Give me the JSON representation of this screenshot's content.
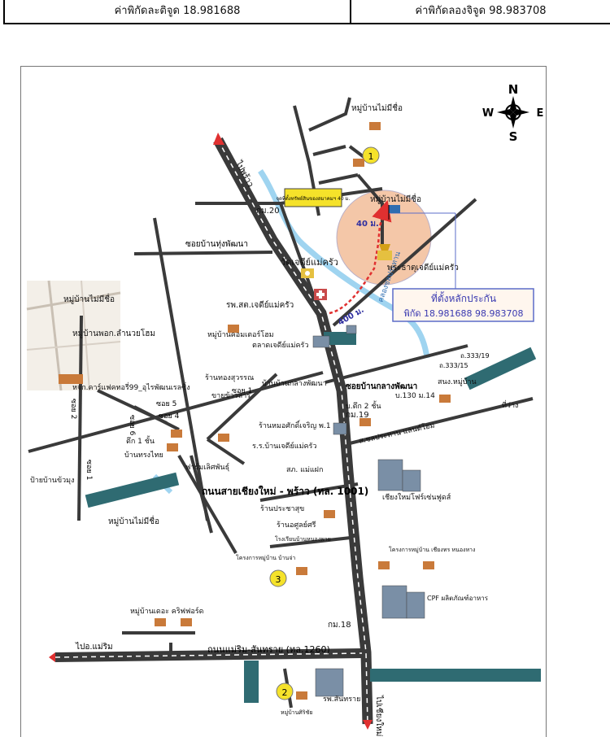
{
  "coordinates": {
    "latitude_label": "ค่าพิกัดละติจูด 18.981688",
    "longitude_label": "ค่าพิกัดลองจิจูด 98.983708"
  },
  "compass": {
    "n": "N",
    "s": "S",
    "e": "E",
    "w": "W"
  },
  "callout": {
    "title": "ที่ตั้งหลักประกัน",
    "coords": "พิกัด  18.981688  98.983708"
  },
  "roads": {
    "chiangmai_phrao": "ถนนสายเชียงใหม่ - พร้าว (ทล. 1001)",
    "maerim_sansai": "ถนนแม่ริม-สันทราย (ทล.1260)",
    "to_phrao": "ไปพร้าว",
    "to_maerim": "ไปอ.แม่ริม",
    "to_chiangmai": "ไปเชียงใหม่",
    "soi_ban_thung_phatthana": "ซอยบ้านทุ่งพัฒนา",
    "soi_ban_klang_phatthana": "ซอยบ้านกลางพัฒนา",
    "soi_1": "ซอย 1",
    "soi_2": "ซอย 2",
    "soi_4": "ซอย 4",
    "soi_5": "ซอย 5",
    "soi_6": "ซอย 6",
    "soi_1_south": "ซอย 1",
    "canal": "คลองชลประทาน",
    "road_333_19": "ถ.333/19",
    "road_333_15": "ถ.333/15",
    "dist_40": "40 ม.",
    "dist_400": "400 ม."
  },
  "landmarks": {
    "km20": "กม.20",
    "km19": "กม.19",
    "km18": "กม.18",
    "wat": "วัดเจดีย์แม่ครัว",
    "hospital": "รพ.สต.เจดีย์แม่ครัว",
    "phra_that": "พระธาตุเจดีย์แม่ครัว",
    "village_top": "หมู่บ้านไม่มีชื่อ",
    "village_collateral": "หมู่บ้านไม่มีชื่อ",
    "village_left_top": "หมู่บ้านไม่มีชื่อ",
    "village_left_bottom": "หมู่บ้านไม่มีชื่อ",
    "village_ban_pong": "หมู่บ้านพอก.ลำนวยโฮม",
    "factory": "หจก.คาร์แฟคทอรี่99_อุไรพัฒนเรลซิ่ง",
    "village_computer": "หมู่บ้านคอมเตอร์โฮม",
    "market": "ตลาดเจดีย์แม่ครัว",
    "shop_gold": "ร้านทองสุวรรณ",
    "rice_seller": "ขายข้าวสาร",
    "village_klang": "บ้านบ้านกลางพัฒนา",
    "building_2": "บ.ตึก 2 ชั้น",
    "house_130": "บ.130 ม.14",
    "village_shop": "สนง.หมู่บ้าน",
    "shop_chai": "ร้านหมอศักดิ์เจริญ พ.1",
    "school": "ร.ร.บ้านเจดีย์แม่ครัว",
    "community_center": "สภ. แม่แฝก",
    "irrigation": "ส.ชลประทาน แลนด์โฮม",
    "vacant_land": "ที่ว่าง",
    "building_1": "ตึก 1 ชั้น",
    "house_thai": "บ้านทรงไทย",
    "farm": "ฟาร์มเลิศพันธุ์",
    "sign_kuan": "ป้ายบ้านข้วมุง",
    "cold_storage": "เชียงใหม่โฟร์เซ่นฟูดส์",
    "shop_pracha": "ร้านประชาสุข",
    "shop_seri": "ร้านอศูลย์ศรี",
    "school_nongphai": "โรงเรียนบ้านหนองพาย",
    "housing_project": "โครงการหมู่บ้าน บ้านจ่า",
    "housing_project_right": "โครงการหมู่บ้าน เชียงทร หนองหาง",
    "cpf": "CPF ผลิตภัณฑ์อาหาร",
    "village_crossword": "หมู่บ้านเดอะ คริฟฟอร์ด",
    "hospital_sansai": "รพ.สันทราย",
    "village_sirichai": "หมู่บ้านศิริชัย",
    "sign_small": "จุดที่ตั้งทรัพย์สินของสมาคมฯ 40 ม."
  },
  "markers": {
    "m1": "1",
    "m2": "2",
    "m3": "3"
  },
  "colors": {
    "road_dark": "#3a3a3a",
    "callout_border": "#5b6cc9",
    "circle_fill": "#f4c7a8",
    "marker_fill": "#f5e22a",
    "arrow_red": "#e03030",
    "canal_blue": "#9fd4f0"
  }
}
